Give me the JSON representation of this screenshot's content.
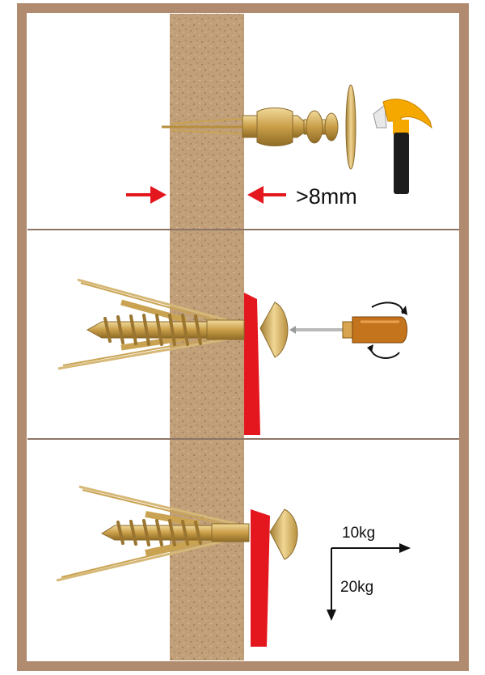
{
  "labels": {
    "thickness": ">8mm",
    "load_horizontal": "10kg",
    "load_vertical": "20kg"
  },
  "steps": [
    {
      "name": "hammer-in-anchor",
      "tool_icon": "hammer-icon"
    },
    {
      "name": "drive-screw",
      "tool_icon": "screwdriver-icon"
    },
    {
      "name": "anchor-expanded",
      "tool_icon": "load-direction-arrows"
    }
  ],
  "colors": {
    "frame": "#b08b6f",
    "divider": "#8c7466",
    "board": "#c09f79",
    "brass": "#d2ae5c",
    "red": "#e5171e",
    "hammer_head": "#f5a800",
    "screwdriver_handle": "#c4741c"
  }
}
